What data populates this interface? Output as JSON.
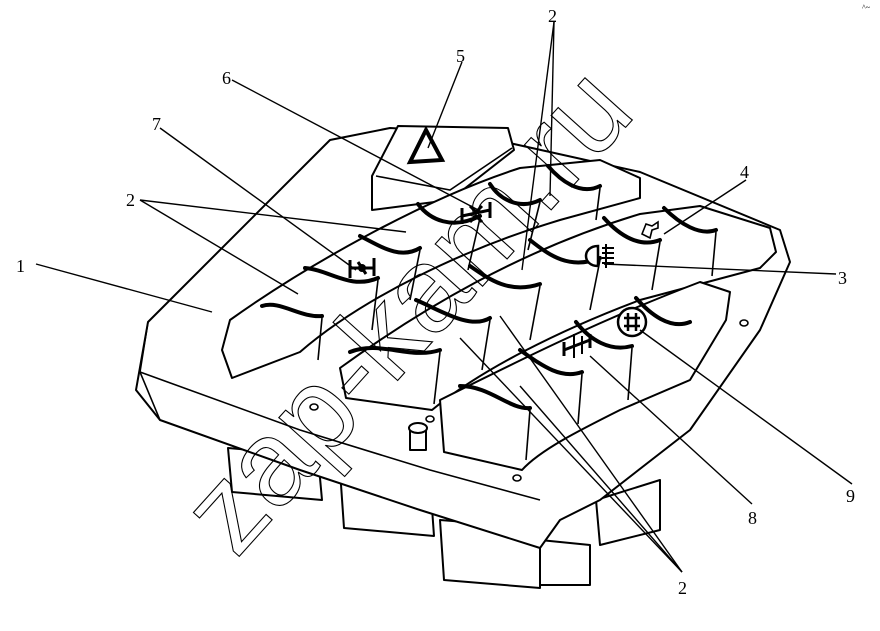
{
  "labels": {
    "l1": "1",
    "l2a": "2",
    "l2b": "2",
    "l2c": "2",
    "l3": "3",
    "l4": "4",
    "l5": "5",
    "l6": "6",
    "l7": "7",
    "l8": "8",
    "l9": "9"
  },
  "watermark": "zap-kam.ru",
  "corner_mark": "^~",
  "icons": {
    "hazard": "hazard-triangle-icon",
    "front_axle": "axle-lock-front-icon",
    "center_diff": "center-diff-lock-icon",
    "rear_fog": "rear-fog-lamp-icon",
    "lamp": "work-lamp-icon",
    "axle_left": "axle-lock-icon",
    "diff_all": "diff-lock-all-icon"
  }
}
